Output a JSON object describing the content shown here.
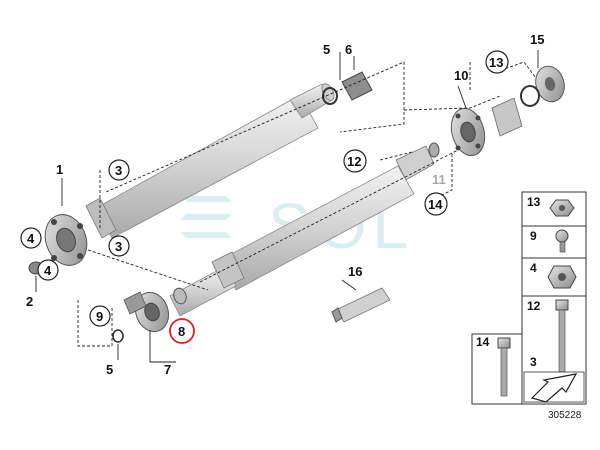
{
  "callouts": {
    "c1": "1",
    "c2": "2",
    "c3a": "3",
    "c3b": "3",
    "c4a": "4",
    "c4b": "4",
    "c5top": "5",
    "c5bot": "5",
    "c6": "6",
    "c7": "7",
    "c8": "8",
    "c9": "9",
    "c10": "10",
    "c11": "11",
    "c12": "12",
    "c13": "13",
    "c14": "14",
    "c15": "15",
    "c16": "16"
  },
  "legend": {
    "l13": "13",
    "l9": "9",
    "l4": "4",
    "l12": "12",
    "l3": "3",
    "l14": "14"
  },
  "watermark": "SOL",
  "figure_number": "305228",
  "colors": {
    "highlight_circle": "#e02020",
    "shaft": "#d4d4d4",
    "watermark": "#bfe0ea"
  }
}
